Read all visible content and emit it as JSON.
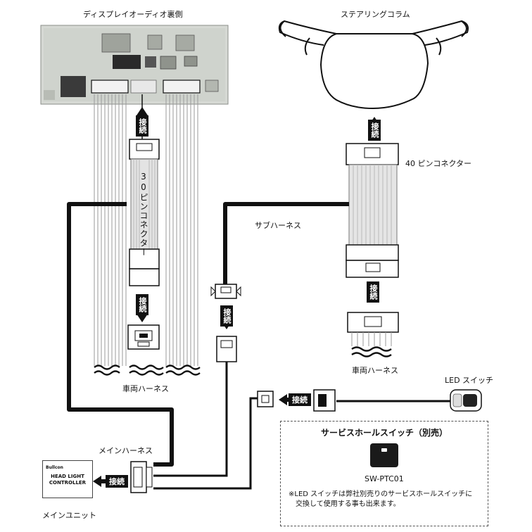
{
  "labels": {
    "display_back": "ディスプレイオーディオ裏側",
    "steering_column": "ステアリングコラム",
    "pin30_connector": "30ピンコネクター",
    "pin40_connector": "40 ピンコネクター",
    "sub_harness": "サブハーネス",
    "vehicle_harness_left": "車両ハーネス",
    "vehicle_harness_right": "車両ハーネス",
    "main_harness": "メインハーネス",
    "main_unit": "メインユニット",
    "led_switch": "LED スイッチ"
  },
  "connect_label": "接続",
  "service_switch": {
    "title": "サービスホールスイッチ（別売）",
    "model": "SW-PTC01",
    "note_line1": "※LED スイッチは弊社別売りのサービスホールスイッチに",
    "note_line2": "交換して使用する事も出来ます。"
  },
  "unit_face": {
    "brand": "Bullcon",
    "line1": "HEAD LIGHT",
    "line2": "CONTROLLER"
  },
  "colors": {
    "harness": "#111111",
    "wire": "#9a9a9a",
    "photo_bg": "#d6d9d4",
    "dash": "#555555"
  }
}
